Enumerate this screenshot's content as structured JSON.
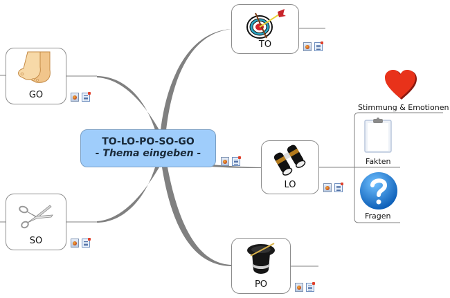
{
  "central": {
    "title": "TO-LO-PO-SO-GO",
    "subtitle": "- Thema eingeben -"
  },
  "branches": {
    "to": {
      "label": "TO",
      "icon": "target-arrow-icon"
    },
    "go": {
      "label": "GO",
      "icon": "feet-icon"
    },
    "so": {
      "label": "SO",
      "icon": "scissors-icon"
    },
    "lo": {
      "label": "LO",
      "icon": "binoculars-icon"
    },
    "po": {
      "label": "PO",
      "icon": "magic-hat-icon"
    }
  },
  "lo_subtopics": [
    {
      "label": "Stimmung & Emotionen",
      "icon": "heart-icon"
    },
    {
      "label": "Fakten",
      "icon": "clipboard-icon"
    },
    {
      "label": "Fragen",
      "icon": "question-icon"
    }
  ],
  "colors": {
    "central_fill": "#9fcdfb",
    "connector": "#808080",
    "heart": "#e8321a",
    "question": "#1f7fd6"
  }
}
